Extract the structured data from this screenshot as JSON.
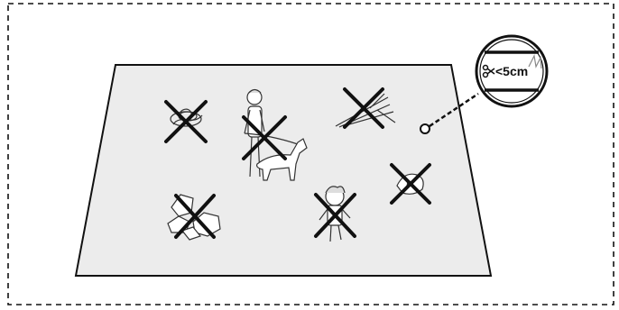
{
  "diagram": {
    "callout": {
      "scissors_icon": "scissors-icon",
      "label": "<5cm"
    },
    "obstacles": [
      {
        "name": "rope-obstacle",
        "icon": "rope-icon"
      },
      {
        "name": "person-with-dog-obstacle",
        "icon": "person-with-dog-icon"
      },
      {
        "name": "branches-obstacle",
        "icon": "branches-icon"
      },
      {
        "name": "rocks-obstacle",
        "icon": "rocks-icon"
      },
      {
        "name": "child-obstacle",
        "icon": "child-icon"
      },
      {
        "name": "toy-obstacle",
        "icon": "toy-icon"
      }
    ],
    "colors": {
      "lawn_fill": "#ececec",
      "outline": "#111111",
      "cross": "#111111",
      "dashed_border": "#111111"
    }
  }
}
